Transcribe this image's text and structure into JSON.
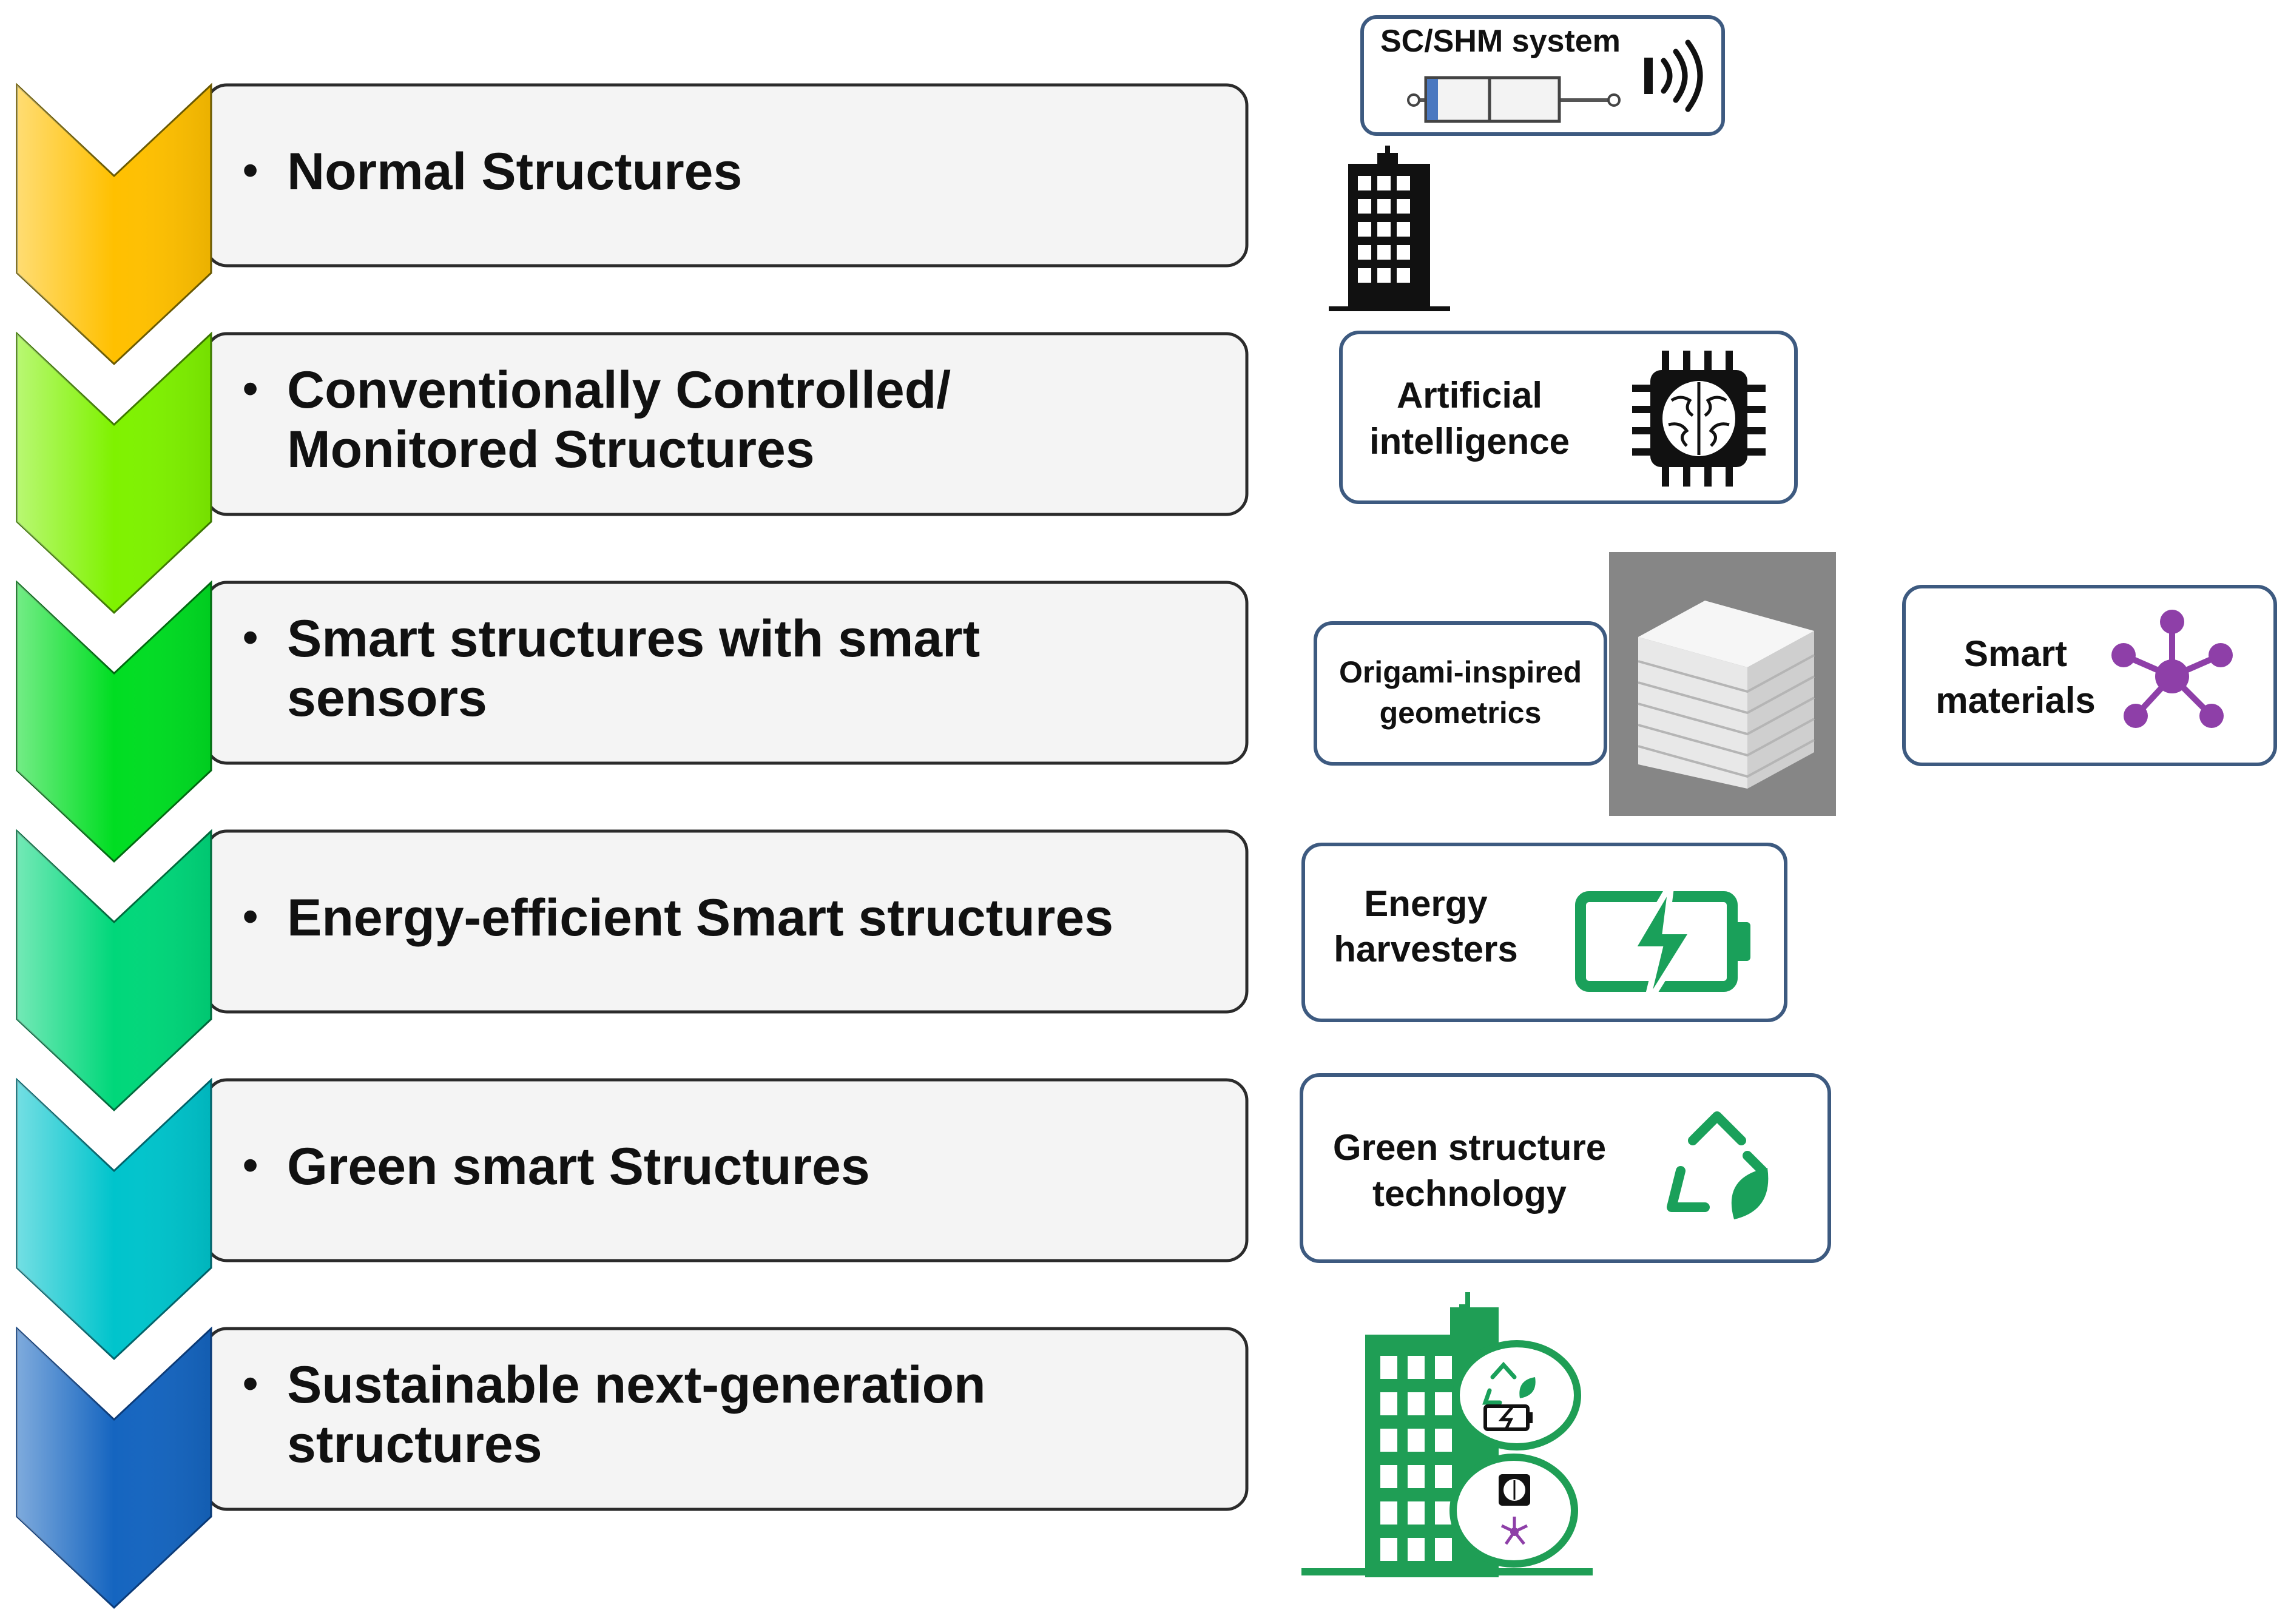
{
  "stages": [
    {
      "lines": [
        "Normal Structures",
        ""
      ]
    },
    {
      "lines": [
        "Conventionally Controlled/",
        "Monitored Structures"
      ]
    },
    {
      "lines": [
        "Smart structures with smart",
        "sensors"
      ]
    },
    {
      "lines": [
        "Energy-efficient Smart structures",
        ""
      ]
    },
    {
      "lines": [
        "Green smart Structures",
        ""
      ]
    },
    {
      "lines": [
        "Sustainable next-generation",
        "structures"
      ]
    }
  ],
  "bullet": "•",
  "side": {
    "shm": "SC/SHM system",
    "ai": [
      "Artificial",
      "intelligence"
    ],
    "origami": [
      "Origami-inspired",
      "geometrics"
    ],
    "smart_materials": [
      "Smart",
      "materials"
    ],
    "energy": [
      "Energy",
      "harvesters"
    ],
    "green": [
      "Green structure",
      "technology"
    ]
  },
  "colors": {
    "chevrons": [
      "#FFC000",
      "#7FF200",
      "#00DD22",
      "#00D77A",
      "#00C4CC",
      "#1565C0"
    ],
    "box_fill": "#F4F4F4",
    "box_border": "#2B2B2B",
    "side_border": "#3D5A80",
    "green_icon": "#1AA05A",
    "purple_icon": "#8E3FA8",
    "building_green": "#1F9E55"
  },
  "icons": [
    "wireless-icon",
    "damper-icon",
    "building-icon",
    "ai-chip-brain-icon",
    "origami-block-photo",
    "molecule-icon",
    "battery-bolt-icon",
    "recycle-leaf-icon",
    "green-building-icon"
  ]
}
